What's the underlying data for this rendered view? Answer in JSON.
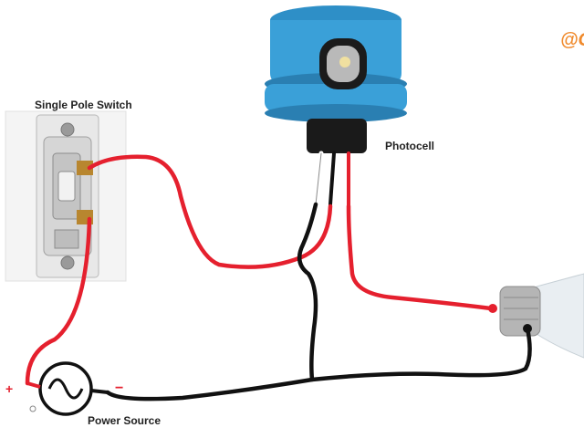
{
  "labels": {
    "switch": "Single Pole Switch",
    "photocell": "Photocell",
    "power_source": "Power Source",
    "plus": "+",
    "minus": "−",
    "watermark": "@C"
  },
  "colors": {
    "hot_wire": "#e5202e",
    "neutral_wire": "#111111",
    "photocell_body": "#3aa0d8",
    "photocell_dark": "#2a7fb2",
    "watermark": "#f08a2c",
    "switch_plate": "#ececec"
  },
  "icons": {
    "switch": "toggle-switch-icon",
    "photocell": "photocell-sensor-icon",
    "bulb": "light-bulb-icon",
    "power": "ac-source-icon"
  }
}
